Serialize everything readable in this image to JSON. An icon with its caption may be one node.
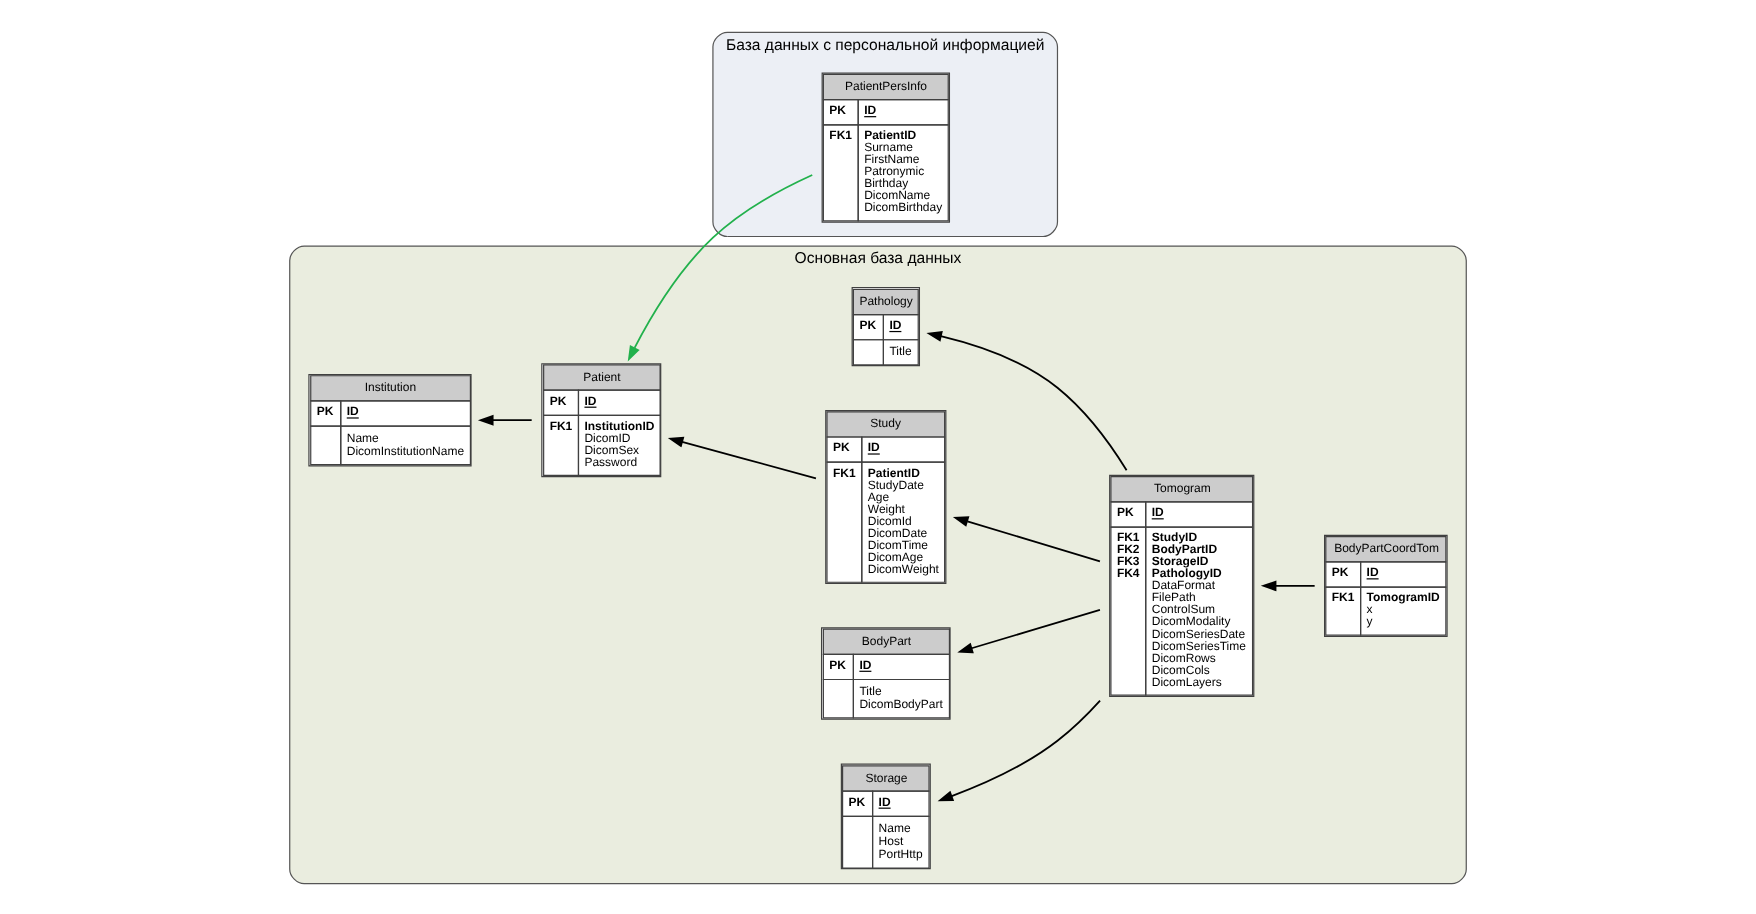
{
  "diagram": {
    "nodes": [
      {
        "text": [
          "База данных с персональной информацией"
        ]
      },
      {
        "text": [
          "PatientPersInfo",
          "PK",
          "ID",
          "FK1",
          "PatientID",
          "Surname",
          "FirstName",
          "Patronymic",
          "Birthday",
          "DicomName",
          "DicomBirthday"
        ],
        "in": 0
      },
      {
        "text": [
          "Основная база данных"
        ]
      },
      {
        "text": [
          "Institution",
          "PK",
          "ID",
          "Name",
          "DicomInstitutionName"
        ],
        "in": 2
      },
      {
        "text": [
          "Storage",
          "PK",
          "ID",
          "Name",
          "Host",
          "PortHttp"
        ],
        "in": 2
      },
      {
        "text": [
          "BodyPart",
          "PK",
          "ID",
          "Title",
          "DicomBodyPart"
        ],
        "in": 2
      },
      {
        "text": [
          "Patient",
          "PK",
          "ID",
          "FK1",
          "InstitutionID",
          "DicomID",
          "DicomSex",
          "Password"
        ],
        "in": 2
      },
      {
        "text": [
          "Study",
          "PK",
          "ID",
          "FK1",
          "PatientID",
          "StudyDate",
          "Age",
          "Weight",
          "DicomId",
          "DicomDate",
          "DicomTime",
          "DicomAge",
          "DicomWeight"
        ],
        "in": 2
      },
      {
        "text": [
          "Tomogram",
          "PK",
          "ID",
          "FK1",
          "FK2",
          "FK3",
          "FK4",
          "StudyID",
          "BodyPartID",
          "StorageID",
          "PathologyID",
          "DataFormat",
          "FilePath",
          "ControlSum",
          "DicomModality",
          "DicomSeriesDate",
          "DicomSeriesTime",
          "DicomRows",
          "DicomCols",
          "DicomLayers"
        ],
        "in": 2
      },
      {
        "text": [
          "Pathology",
          "PK",
          "ID",
          "Title"
        ],
        "in": 2
      },
      {
        "text": [
          "BodyPartCoordTom",
          "PK",
          "ID",
          "FK1",
          "TomogramID",
          "x",
          "y"
        ],
        "in": 2
      }
    ],
    "edges": [
      {
        "from": 1,
        "to": 6,
        "arrow": "to",
        "color": "#22b14c"
      },
      {
        "from": 6,
        "to": 3,
        "arrow": "to"
      },
      {
        "from": 7,
        "to": 6,
        "arrow": "to"
      },
      {
        "from": 8,
        "to": 7,
        "arrow": "to"
      },
      {
        "from": 8,
        "to": 4,
        "arrow": "to"
      },
      {
        "from": 8,
        "to": 5,
        "arrow": "to"
      },
      {
        "from": 8,
        "to": 9,
        "arrow": "to"
      },
      {
        "from": 10,
        "to": 8,
        "arrow": "to"
      }
    ]
  }
}
